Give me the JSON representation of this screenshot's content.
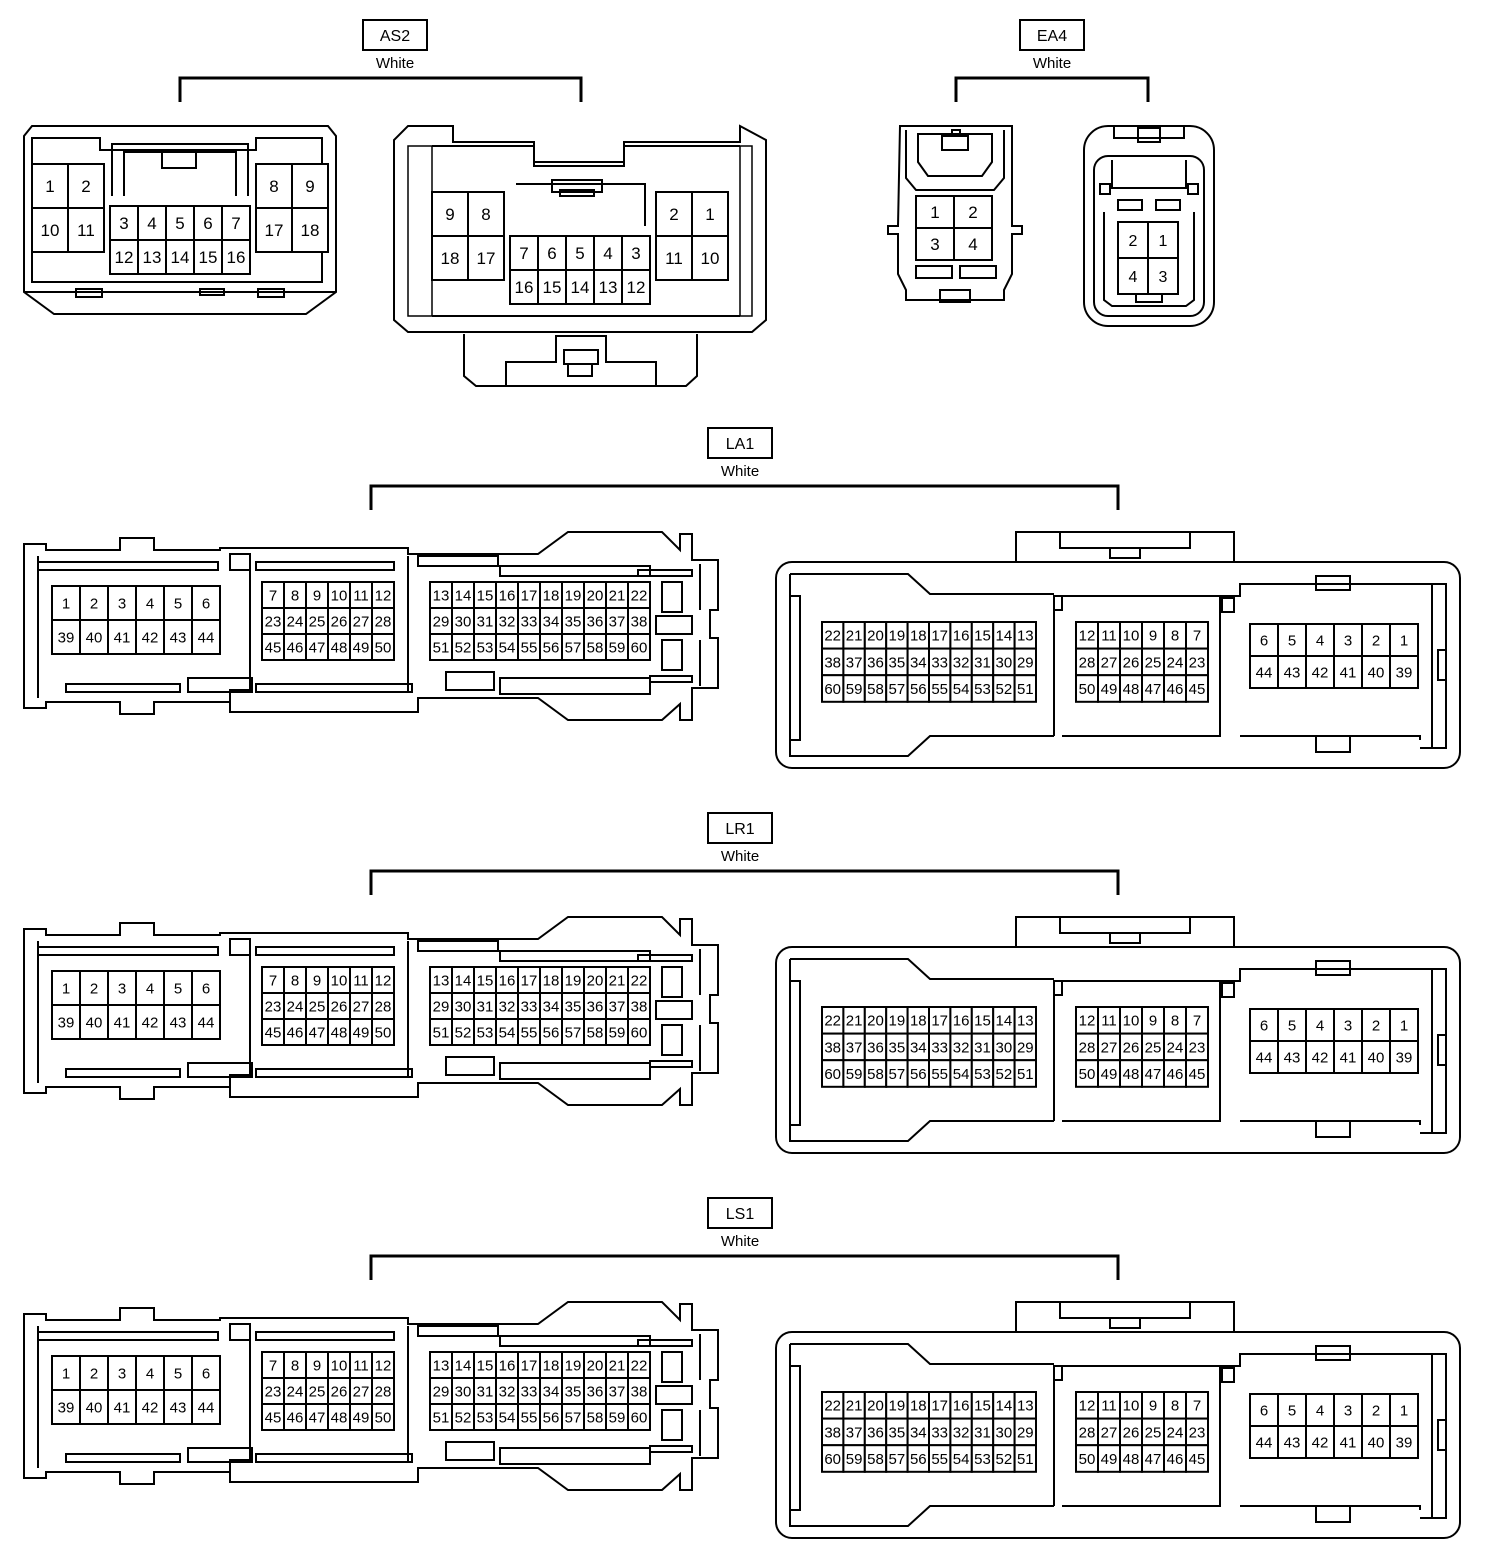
{
  "connectors": [
    {
      "id": "AS2",
      "color": "White",
      "left_view": {
        "rows_a": [
          [
            "1",
            "2"
          ],
          [
            "10",
            "11"
          ]
        ],
        "rows_b": [
          [
            "3",
            "4",
            "5",
            "6",
            "7"
          ],
          [
            "12",
            "13",
            "14",
            "15",
            "16"
          ]
        ],
        "rows_c": [
          [
            "8",
            "9"
          ],
          [
            "17",
            "18"
          ]
        ]
      },
      "right_view": {
        "rows_a": [
          [
            "9",
            "8"
          ],
          [
            "18",
            "17"
          ]
        ],
        "rows_b": [
          [
            "7",
            "6",
            "5",
            "4",
            "3"
          ],
          [
            "16",
            "15",
            "14",
            "13",
            "12"
          ]
        ],
        "rows_c": [
          [
            "2",
            "1"
          ],
          [
            "11",
            "10"
          ]
        ]
      }
    },
    {
      "id": "EA4",
      "color": "White",
      "left_view": {
        "rows": [
          [
            "1",
            "2"
          ],
          [
            "3",
            "4"
          ]
        ]
      },
      "right_view": {
        "rows": [
          [
            "2",
            "1"
          ],
          [
            "4",
            "3"
          ]
        ]
      }
    },
    {
      "id": "LA1",
      "color": "White",
      "left_view": {
        "rows_a": [
          [
            "1",
            "2",
            "3",
            "4",
            "5",
            "6"
          ],
          [
            "39",
            "40",
            "41",
            "42",
            "43",
            "44"
          ]
        ],
        "rows_b": [
          [
            "7",
            "8",
            "9",
            "10",
            "11",
            "12"
          ],
          [
            "23",
            "24",
            "25",
            "26",
            "27",
            "28"
          ],
          [
            "45",
            "46",
            "47",
            "48",
            "49",
            "50"
          ]
        ],
        "rows_c": [
          [
            "13",
            "14",
            "15",
            "16",
            "17",
            "18",
            "19",
            "20",
            "21",
            "22"
          ],
          [
            "29",
            "30",
            "31",
            "32",
            "33",
            "34",
            "35",
            "36",
            "37",
            "38"
          ],
          [
            "51",
            "52",
            "53",
            "54",
            "55",
            "56",
            "57",
            "58",
            "59",
            "60"
          ]
        ]
      },
      "right_view": {
        "rows_a": [
          [
            "22",
            "21",
            "20",
            "19",
            "18",
            "17",
            "16",
            "15",
            "14",
            "13"
          ],
          [
            "38",
            "37",
            "36",
            "35",
            "34",
            "33",
            "32",
            "31",
            "30",
            "29"
          ],
          [
            "60",
            "59",
            "58",
            "57",
            "56",
            "55",
            "54",
            "53",
            "52",
            "51"
          ]
        ],
        "rows_b": [
          [
            "12",
            "11",
            "10",
            "9",
            "8",
            "7"
          ],
          [
            "28",
            "27",
            "26",
            "25",
            "24",
            "23"
          ],
          [
            "50",
            "49",
            "48",
            "47",
            "46",
            "45"
          ]
        ],
        "rows_c": [
          [
            "6",
            "5",
            "4",
            "3",
            "2",
            "1"
          ],
          [
            "44",
            "43",
            "42",
            "41",
            "40",
            "39"
          ]
        ]
      }
    },
    {
      "id": "LR1",
      "color": "White",
      "left_view": {
        "rows_a": [
          [
            "1",
            "2",
            "3",
            "4",
            "5",
            "6"
          ],
          [
            "39",
            "40",
            "41",
            "42",
            "43",
            "44"
          ]
        ],
        "rows_b": [
          [
            "7",
            "8",
            "9",
            "10",
            "11",
            "12"
          ],
          [
            "23",
            "24",
            "25",
            "26",
            "27",
            "28"
          ],
          [
            "45",
            "46",
            "47",
            "48",
            "49",
            "50"
          ]
        ],
        "rows_c": [
          [
            "13",
            "14",
            "15",
            "16",
            "17",
            "18",
            "19",
            "20",
            "21",
            "22"
          ],
          [
            "29",
            "30",
            "31",
            "32",
            "33",
            "34",
            "35",
            "36",
            "37",
            "38"
          ],
          [
            "51",
            "52",
            "53",
            "54",
            "55",
            "56",
            "57",
            "58",
            "59",
            "60"
          ]
        ]
      },
      "right_view": {
        "rows_a": [
          [
            "22",
            "21",
            "20",
            "19",
            "18",
            "17",
            "16",
            "15",
            "14",
            "13"
          ],
          [
            "38",
            "37",
            "36",
            "35",
            "34",
            "33",
            "32",
            "31",
            "30",
            "29"
          ],
          [
            "60",
            "59",
            "58",
            "57",
            "56",
            "55",
            "54",
            "53",
            "52",
            "51"
          ]
        ],
        "rows_b": [
          [
            "12",
            "11",
            "10",
            "9",
            "8",
            "7"
          ],
          [
            "28",
            "27",
            "26",
            "25",
            "24",
            "23"
          ],
          [
            "50",
            "49",
            "48",
            "47",
            "46",
            "45"
          ]
        ],
        "rows_c": [
          [
            "6",
            "5",
            "4",
            "3",
            "2",
            "1"
          ],
          [
            "44",
            "43",
            "42",
            "41",
            "40",
            "39"
          ]
        ]
      }
    },
    {
      "id": "LS1",
      "color": "White",
      "left_view": {
        "rows_a": [
          [
            "1",
            "2",
            "3",
            "4",
            "5",
            "6"
          ],
          [
            "39",
            "40",
            "41",
            "42",
            "43",
            "44"
          ]
        ],
        "rows_b": [
          [
            "7",
            "8",
            "9",
            "10",
            "11",
            "12"
          ],
          [
            "23",
            "24",
            "25",
            "26",
            "27",
            "28"
          ],
          [
            "45",
            "46",
            "47",
            "48",
            "49",
            "50"
          ]
        ],
        "rows_c": [
          [
            "13",
            "14",
            "15",
            "16",
            "17",
            "18",
            "19",
            "20",
            "21",
            "22"
          ],
          [
            "29",
            "30",
            "31",
            "32",
            "33",
            "34",
            "35",
            "36",
            "37",
            "38"
          ],
          [
            "51",
            "52",
            "53",
            "54",
            "55",
            "56",
            "57",
            "58",
            "59",
            "60"
          ]
        ]
      },
      "right_view": {
        "rows_a": [
          [
            "22",
            "21",
            "20",
            "19",
            "18",
            "17",
            "16",
            "15",
            "14",
            "13"
          ],
          [
            "38",
            "37",
            "36",
            "35",
            "34",
            "33",
            "32",
            "31",
            "30",
            "29"
          ],
          [
            "60",
            "59",
            "58",
            "57",
            "56",
            "55",
            "54",
            "53",
            "52",
            "51"
          ]
        ],
        "rows_b": [
          [
            "12",
            "11",
            "10",
            "9",
            "8",
            "7"
          ],
          [
            "28",
            "27",
            "26",
            "25",
            "24",
            "23"
          ],
          [
            "50",
            "49",
            "48",
            "47",
            "46",
            "45"
          ]
        ],
        "rows_c": [
          [
            "6",
            "5",
            "4",
            "3",
            "2",
            "1"
          ],
          [
            "44",
            "43",
            "42",
            "41",
            "40",
            "39"
          ]
        ]
      }
    }
  ]
}
